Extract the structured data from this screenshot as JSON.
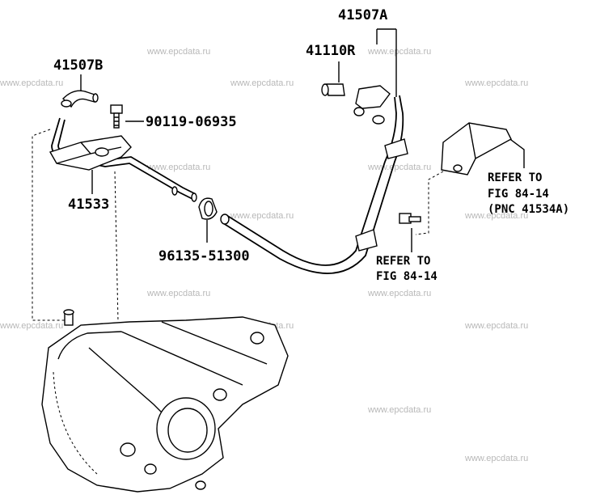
{
  "watermark": "www.epcdata.ru",
  "labels": {
    "p41507A": "41507A",
    "p41110R": "41110R",
    "p41507B": "41507B",
    "p90119": "90119-06935",
    "p41533": "41533",
    "p96135": "96135-51300"
  },
  "notes": {
    "refer1_l1": "REFER TO",
    "refer1_l2": "FIG 84-14",
    "refer1_l3": "(PNC 41534A)",
    "refer2_l1": "REFER TO",
    "refer2_l2": "FIG 84-14"
  }
}
